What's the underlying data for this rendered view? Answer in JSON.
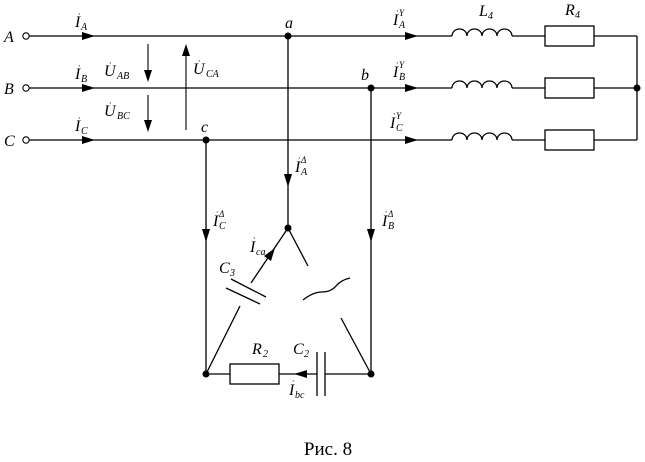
{
  "caption": "Рис. 8",
  "phases": {
    "a": "A",
    "b": "B",
    "c": "C"
  },
  "nodes": {
    "a": "a",
    "b": "b",
    "c": "c"
  },
  "line_currents": {
    "a": {
      "main": "I",
      "sub": "A"
    },
    "b": {
      "main": "I",
      "sub": "B"
    },
    "c": {
      "main": "I",
      "sub": "C"
    }
  },
  "voltages": {
    "ab": {
      "main": "U",
      "sub": "AB"
    },
    "bc": {
      "main": "U",
      "sub": "BC"
    },
    "ca": {
      "main": "U",
      "sub": "CA"
    }
  },
  "star_currents": {
    "a": {
      "main": "I",
      "sub": "A",
      "sup": "Y"
    },
    "b": {
      "main": "I",
      "sub": "B",
      "sup": "Y"
    },
    "c": {
      "main": "I",
      "sub": "C",
      "sup": "Y"
    }
  },
  "delta_currents": {
    "a": {
      "main": "I",
      "sub": "A",
      "sup": "Δ"
    },
    "b": {
      "main": "I",
      "sub": "B",
      "sup": "Δ"
    },
    "c": {
      "main": "I",
      "sub": "C",
      "sup": "Δ"
    }
  },
  "branch_currents": {
    "ca": {
      "main": "I",
      "sub": "ca"
    },
    "bc": {
      "main": "I",
      "sub": "bc"
    }
  },
  "components": {
    "L4": {
      "main": "L",
      "sub": "4"
    },
    "R4": {
      "main": "R",
      "sub": "4"
    },
    "R2": {
      "main": "R",
      "sub": "2"
    },
    "C2": {
      "main": "C",
      "sub": "2"
    },
    "C3": {
      "main": "C",
      "sub": "3"
    }
  }
}
